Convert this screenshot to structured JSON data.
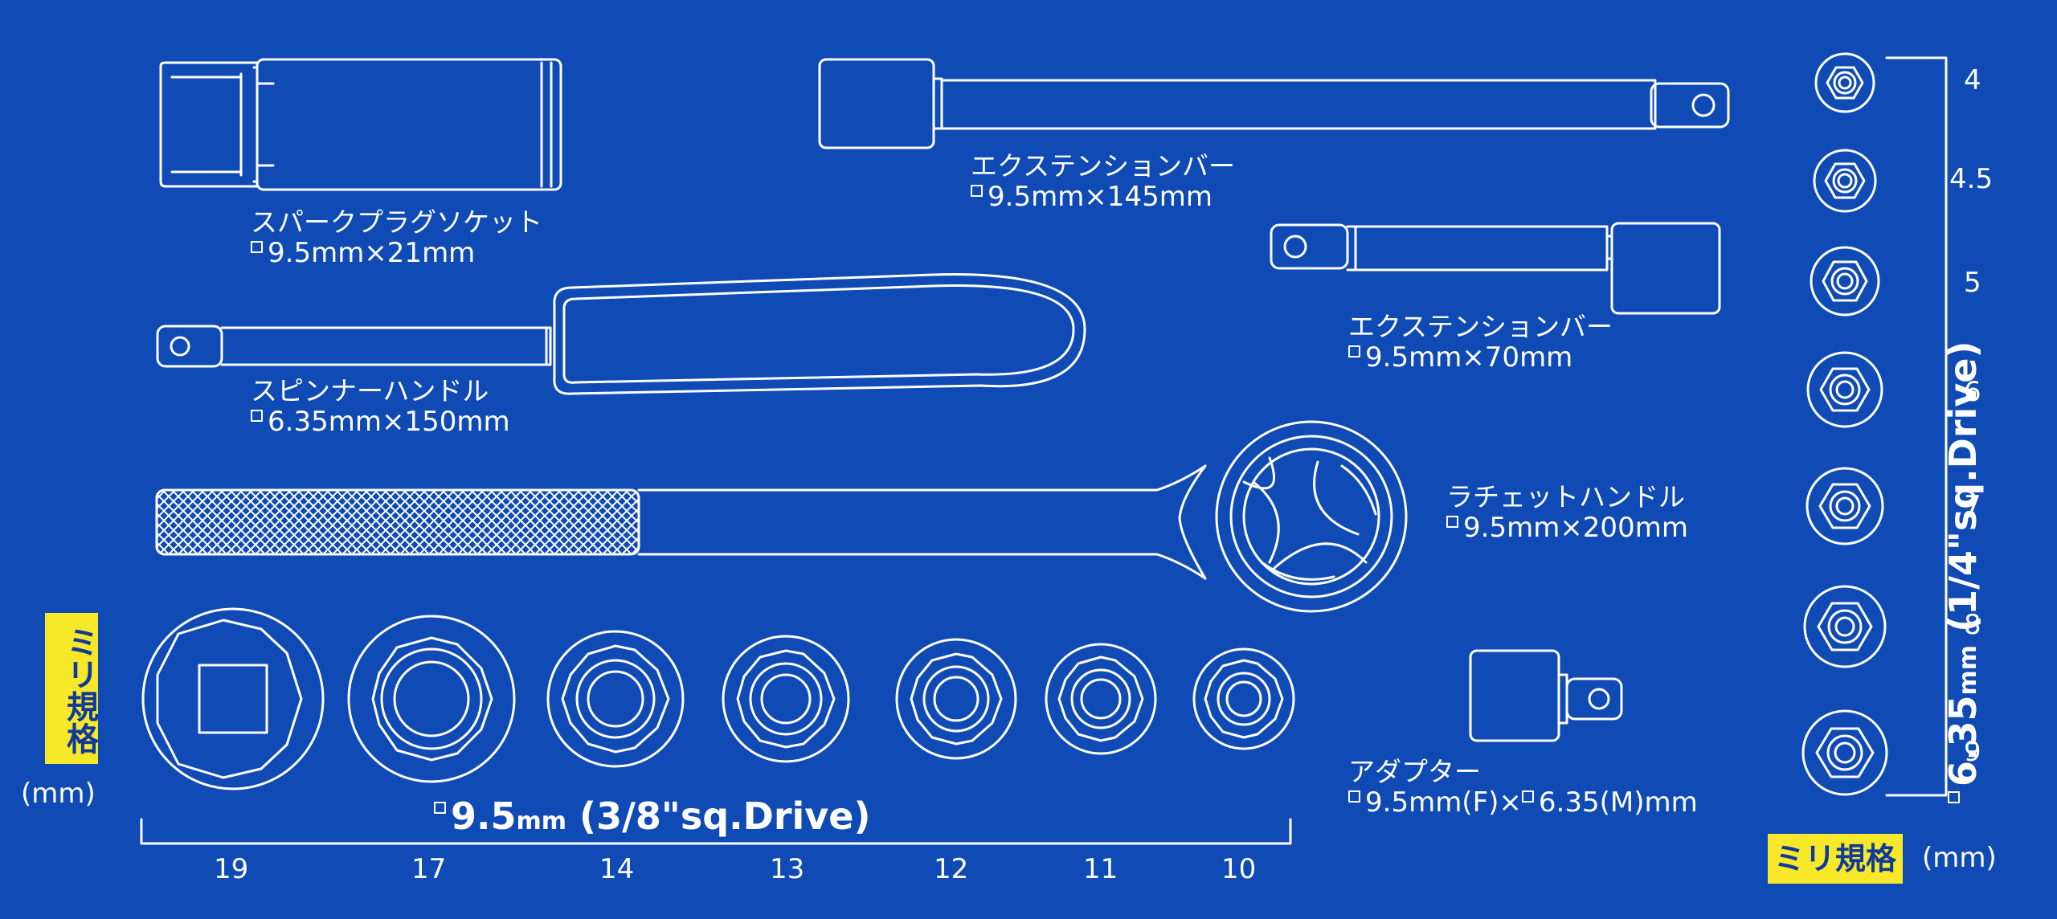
{
  "colors": {
    "background": "#0f4ab5",
    "line": "#ffffff",
    "badge": "#f7e92a",
    "badge_text": "#0f3a9c"
  },
  "tools": {
    "spark_plug_socket": {
      "name": "スパークプラグソケット",
      "size": "9.5mm×21mm"
    },
    "extension_bar_145": {
      "name": "エクステンションバー",
      "size": "9.5mm×145mm"
    },
    "extension_bar_70": {
      "name": "エクステンションバー",
      "size": "9.5mm×70mm"
    },
    "spinner_handle": {
      "name": "スピンナーハンドル",
      "size": "6.35mm×150mm"
    },
    "ratchet_handle": {
      "name": "ラチェットハンドル",
      "size": "9.5mm×200mm"
    },
    "adapter": {
      "name": "アダプター",
      "size_f": "9.5mm(F)×",
      "size_m": "6.35(M)mm"
    }
  },
  "bottom_row": {
    "badge": "ミリ規格",
    "unit": "(mm)",
    "drive_size": "9.5",
    "drive_unit": "mm",
    "drive_spec": "(3/8\"sq.Drive)",
    "sizes": [
      "19",
      "17",
      "14",
      "13",
      "12",
      "11",
      "10"
    ]
  },
  "right_column": {
    "badge": "ミリ規格",
    "unit": "(mm)",
    "drive_size": "6.35",
    "drive_unit": "mm",
    "drive_spec": "(1/4\"sq.Drive)",
    "sizes": [
      "4",
      "4.5",
      "5",
      "6",
      "7",
      "8",
      "9"
    ]
  }
}
